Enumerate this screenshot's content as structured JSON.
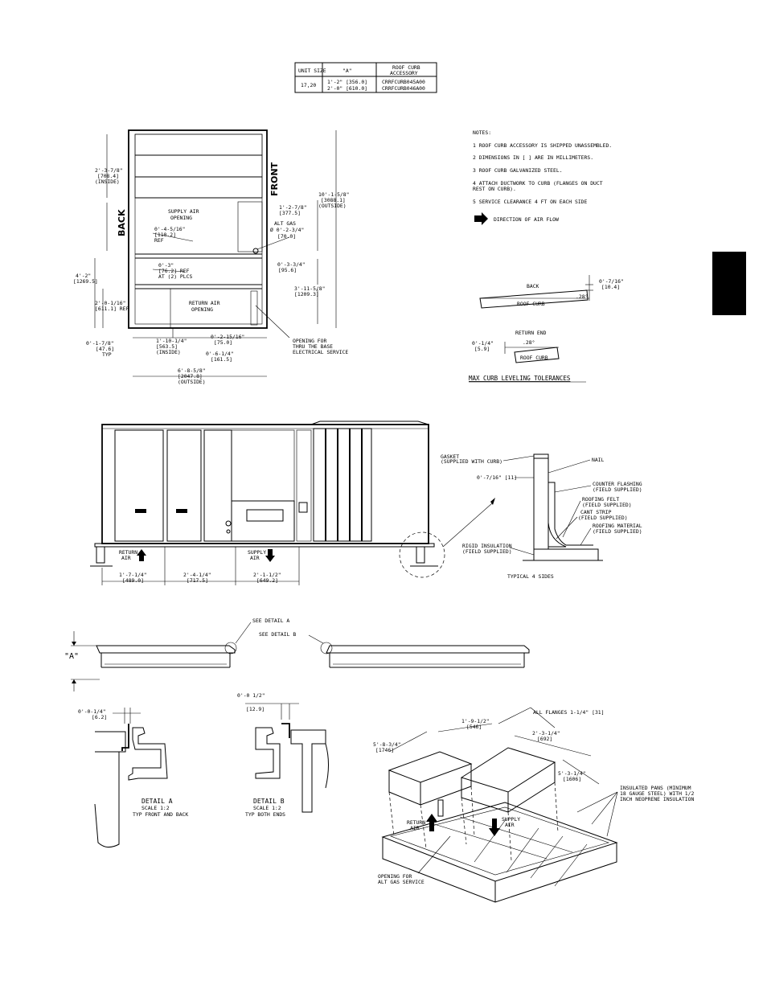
{
  "size_table": {
    "headers": [
      "UNIT SIZE",
      "\"A\"",
      "ROOF CURB",
      "ACCESSORY"
    ],
    "unit_size": "17,20",
    "a_values": [
      "1'-2\" [356.0]",
      "2'-0\" [610.0]"
    ],
    "accessories": [
      "CRRFCURB045A00",
      "CRRFCURB046A00"
    ]
  },
  "notes": {
    "title": "NOTES:",
    "items": [
      "1  ROOF CURB ACCESSORY IS SHIPPED UNASSEMBLED.",
      "2  DIMENSIONS IN [   ] ARE IN MILLIMETERS.",
      "3  ROOF CURB GALVANIZED STEEL.",
      "4  ATTACH DUCTWORK TO CURB (FLANGES ON DUCT",
      "   REST ON CURB).",
      "5  SERVICE CLEARANCE 4 FT ON EACH SIDE"
    ],
    "flow_legend": "DIRECTION OF AIR FLOW"
  },
  "plan_view": {
    "front": "FRONT",
    "back": "BACK",
    "supply_opening": [
      "SUPPLY AIR",
      "OPENING"
    ],
    "return_opening": [
      "RETURN AIR",
      "OPENING"
    ],
    "dims": {
      "d_inside_top": [
        "2'-3-7/8\"",
        "[708.4]",
        "(INSIDE)"
      ],
      "d_4_5_16": [
        "0'-4-5/16\"",
        "[110.2]",
        "REF"
      ],
      "d_3": [
        "0'-3\"",
        "[76.2] REF",
        "AT (2) PLCS"
      ],
      "d_4_2": [
        "4'-2\"",
        "[1269.5]"
      ],
      "d_2_0": [
        "2'-0-1/16\"",
        "[611.1] REF"
      ],
      "d_1_7_8": [
        "0'-1-7/8\"",
        "[47.6]",
        "TYP"
      ],
      "d_1_10": [
        "1'-10-1/4\"",
        "[563.5]",
        "(INSIDE)"
      ],
      "d_2_15": [
        "0'-2-15/16\"",
        "[75.0]"
      ],
      "d_6_1_4": [
        "0'-6-1/4\"",
        "[161.5]"
      ],
      "d_6_8": [
        "6'-8-5/8\"",
        "[2047.8]",
        "(OUTSIDE)"
      ],
      "d_10_1": [
        "10'-1-5/8\"",
        "[3088.1]",
        "(OUTSIDE)"
      ],
      "d_1_2_7": [
        "1'-2-7/8\"",
        "[377.5]"
      ],
      "alt_gas": [
        "ALT GAS",
        "Ø 0'-2-3/4\"",
        "[70.0]"
      ],
      "d_3_3_4": [
        "0'-3-3/4\"",
        "[95.6]"
      ],
      "d_3_11": [
        "3'-11-5/8\"",
        "[1209.3]"
      ]
    },
    "opening_note": [
      "OPENING FOR",
      "THRU THE BASE",
      "ELECTRICAL SERVICE"
    ]
  },
  "leveling": {
    "back": "BACK",
    "roof_curb": "ROOF CURB",
    "back_dim": [
      "0'-7/16\"",
      "[10.4]"
    ],
    "back_angle": ".28°",
    "return_end": "RETURN END",
    "end_dim": [
      "0'-1/4\"",
      "[5.9]"
    ],
    "end_angle": ".28°",
    "title": "MAX CURB LEVELING TOLERANCES"
  },
  "side_view": {
    "return_air": [
      "RETURN",
      "AIR"
    ],
    "supply_air": [
      "SUPPLY",
      "AIR"
    ],
    "dims": [
      [
        "1'-7-1/4\"",
        "[489.0]"
      ],
      [
        "2'-4-1/4\"",
        "[717.5]"
      ],
      [
        "2'-1-1/2\"",
        "[649.2]"
      ]
    ]
  },
  "flashing_detail": {
    "gasket": [
      "GASKET",
      "(SUPPLIED WITH CURB)"
    ],
    "nail": "NAIL",
    "dim": "0'-7/16\" [11]",
    "counter_flashing": [
      "COUNTER FLASHING",
      "(FIELD SUPPLIED)"
    ],
    "roofing_felt": [
      "ROOFING FELT",
      "(FIELD SUPPLIED)"
    ],
    "cant_strip": [
      "CANT STRIP",
      "(FIELD SUPPLIED)"
    ],
    "roofing_material": [
      "ROOFING MATERIAL",
      "(FIELD SUPPLIED)"
    ],
    "rigid_insulation": [
      "RIGID INSULATION",
      "(FIELD SUPPLIED)"
    ],
    "typical": "TYPICAL 4 SIDES"
  },
  "curb_elevation": {
    "a_label": "\"A\"",
    "see_a": "SEE DETAIL  A",
    "see_b": "SEE DETAIL  B"
  },
  "detail_a": {
    "dim": [
      "0'-0-1/4\"",
      "[6.2]"
    ],
    "title": "DETAIL  A",
    "scale": "SCALE  1:2",
    "typ": "TYP FRONT AND BACK"
  },
  "detail_b": {
    "dim": [
      "0'-0 1/2\"",
      "[12.9]"
    ],
    "title": "DETAIL  B",
    "scale": "SCALE  1:2",
    "typ": "TYP BOTH ENDS"
  },
  "iso_view": {
    "flanges": "ALL FLANGES 1-1/4\" [31]",
    "d_5_8": [
      "5'-8-3/4\"",
      "[1746]"
    ],
    "d_1_9": [
      "1'-9-1/2\"",
      "[546]"
    ],
    "d_2_3": [
      "2'-3-1/4\"",
      "[692]"
    ],
    "d_5_3": [
      "5'-3-1/4\"",
      "[1606]"
    ],
    "pans": [
      "INSULATED PANS (MINIMUM",
      "18 GAUGE STEEL) WITH 1/2",
      "INCH NEOPRENE INSULATION"
    ],
    "return_air": [
      "RETURN",
      "AIR"
    ],
    "supply_air": [
      "SUPPLY",
      "AIR"
    ],
    "gas_opening": [
      "OPENING FOR",
      "ALT GAS SERVICE"
    ]
  }
}
